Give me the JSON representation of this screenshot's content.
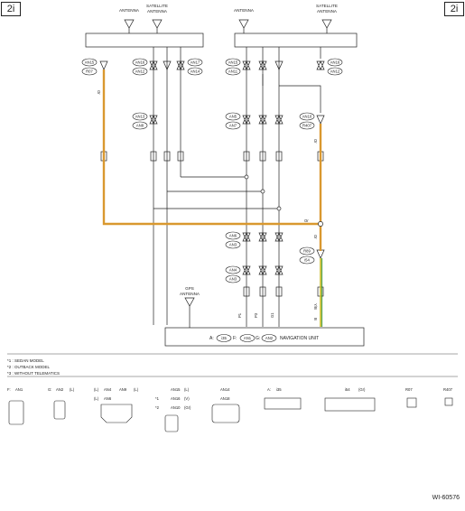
{
  "page_markers": {
    "left": "2i",
    "right": "2i"
  },
  "antennas": {
    "antenna_1": "ANTENNA",
    "satellite_1": [
      "SATELLITE",
      "ANTENNA"
    ],
    "antenna_2": "ANTENNA",
    "satellite_2": [
      "SATELLITE",
      "ANTENNA"
    ],
    "gps": [
      "GPS",
      "ANTENNA"
    ]
  },
  "connectors": {
    "an15": "AN15",
    "r07": "R07",
    "an16": "AN16",
    "an12": "AN12",
    "an17": "AN17",
    "an14": "AN14",
    "an13": "AN13",
    "an8": "AN8",
    "an5": "AN5",
    "an7": "AN7",
    "an10": "AN10",
    "r407": "R407",
    "an15b": "AN15",
    "an11": "AN11",
    "an16b": "AN16",
    "an12b": "AN12",
    "an6": "AN6",
    "an3": "AN3",
    "an4": "AN4",
    "an3b": "AN3",
    "r89": "R89",
    "i54": "i54"
  },
  "wire_colors": {
    "or_1": "Or",
    "or_2": "Or",
    "or_3": "Or",
    "or_4": "Or",
    "y_b": "Y/B",
    "b": "B",
    "p1": "P1",
    "p3": "P3",
    "g1": "G1"
  },
  "nav_unit": {
    "a_prefix": "A:",
    "a_conn": "i35",
    "f_prefix": "F:",
    "f_conn": "AN1",
    "g_prefix": "G:",
    "g_conn": "AN2",
    "label": "NAVIGATION UNIT"
  },
  "notes": [
    "*1 : SEDAN MODEL",
    "*2 : OUTBACK MODEL",
    "*3 : WITHOUT TELEMATICS"
  ],
  "connector_views": {
    "c1_prefix": "F:",
    "c1": "AN1",
    "c2_prefix": "G:",
    "c2": "AN2",
    "c2_suffix": "(L)",
    "c3_pre1": "(L)",
    "c3a": "AN4",
    "c3b": "AN9",
    "c3_suf": "(L)",
    "c3_pre2": "(L)",
    "c3c": "AN6",
    "c4a": "AN15",
    "c4a_suf": "(L)",
    "c4_note1": "*1",
    "c4b": "AN16",
    "c4b_suf": "(V)",
    "c4_note2": "*2",
    "c4c": "AN10",
    "c4c_suf": "(Gr)",
    "c5a": "AN14",
    "c5b": "AN18",
    "c6_prefix": "A:",
    "c6": "i35",
    "c7": "i54",
    "c7_suf": "(Gr)",
    "c8": "R07",
    "c9": "R407"
  },
  "doc_id": "WI-60576",
  "colors": {
    "accent": "#d9982f",
    "yellow_wire": "#c7b81c",
    "green_wire": "#2f8f2f",
    "ink": "#222222"
  }
}
